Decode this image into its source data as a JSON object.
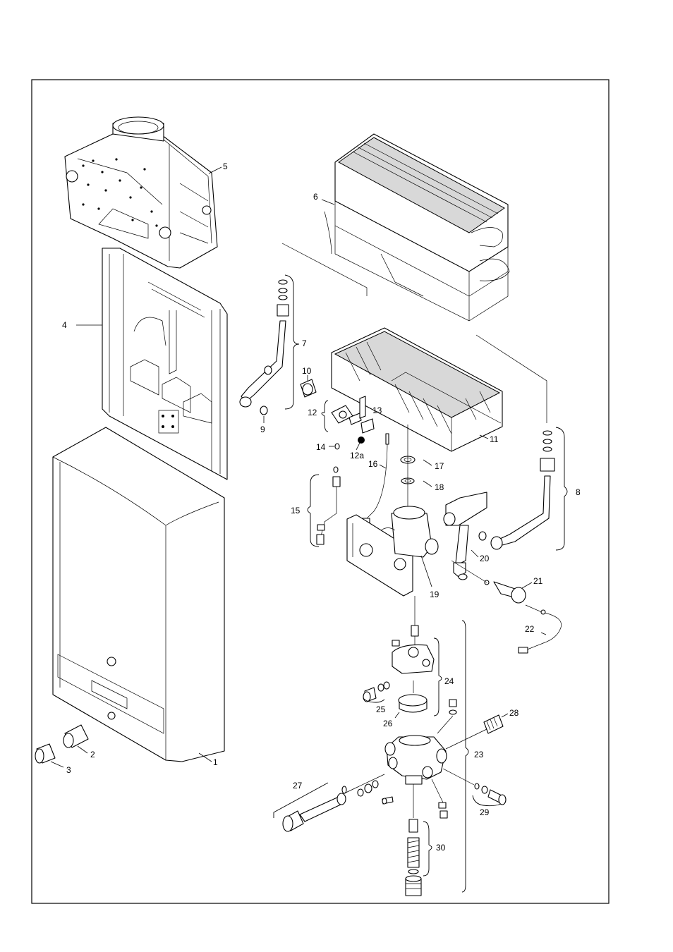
{
  "diagram": {
    "callouts": {
      "c1": "1",
      "c2": "2",
      "c3": "3",
      "c4": "4",
      "c5": "5",
      "c6": "6",
      "c7": "7",
      "c8": "8",
      "c9": "9",
      "c10": "10",
      "c11": "11",
      "c12": "12",
      "c12a": "12a",
      "c13": "13",
      "c14": "14",
      "c15": "15",
      "c16": "16",
      "c17": "17",
      "c18": "18",
      "c19": "19",
      "c20": "20",
      "c21": "21",
      "c22": "22",
      "c23": "23",
      "c24": "24",
      "c25": "25",
      "c26": "26",
      "c27": "27",
      "c28": "28",
      "c29": "29",
      "c30": "30"
    }
  }
}
